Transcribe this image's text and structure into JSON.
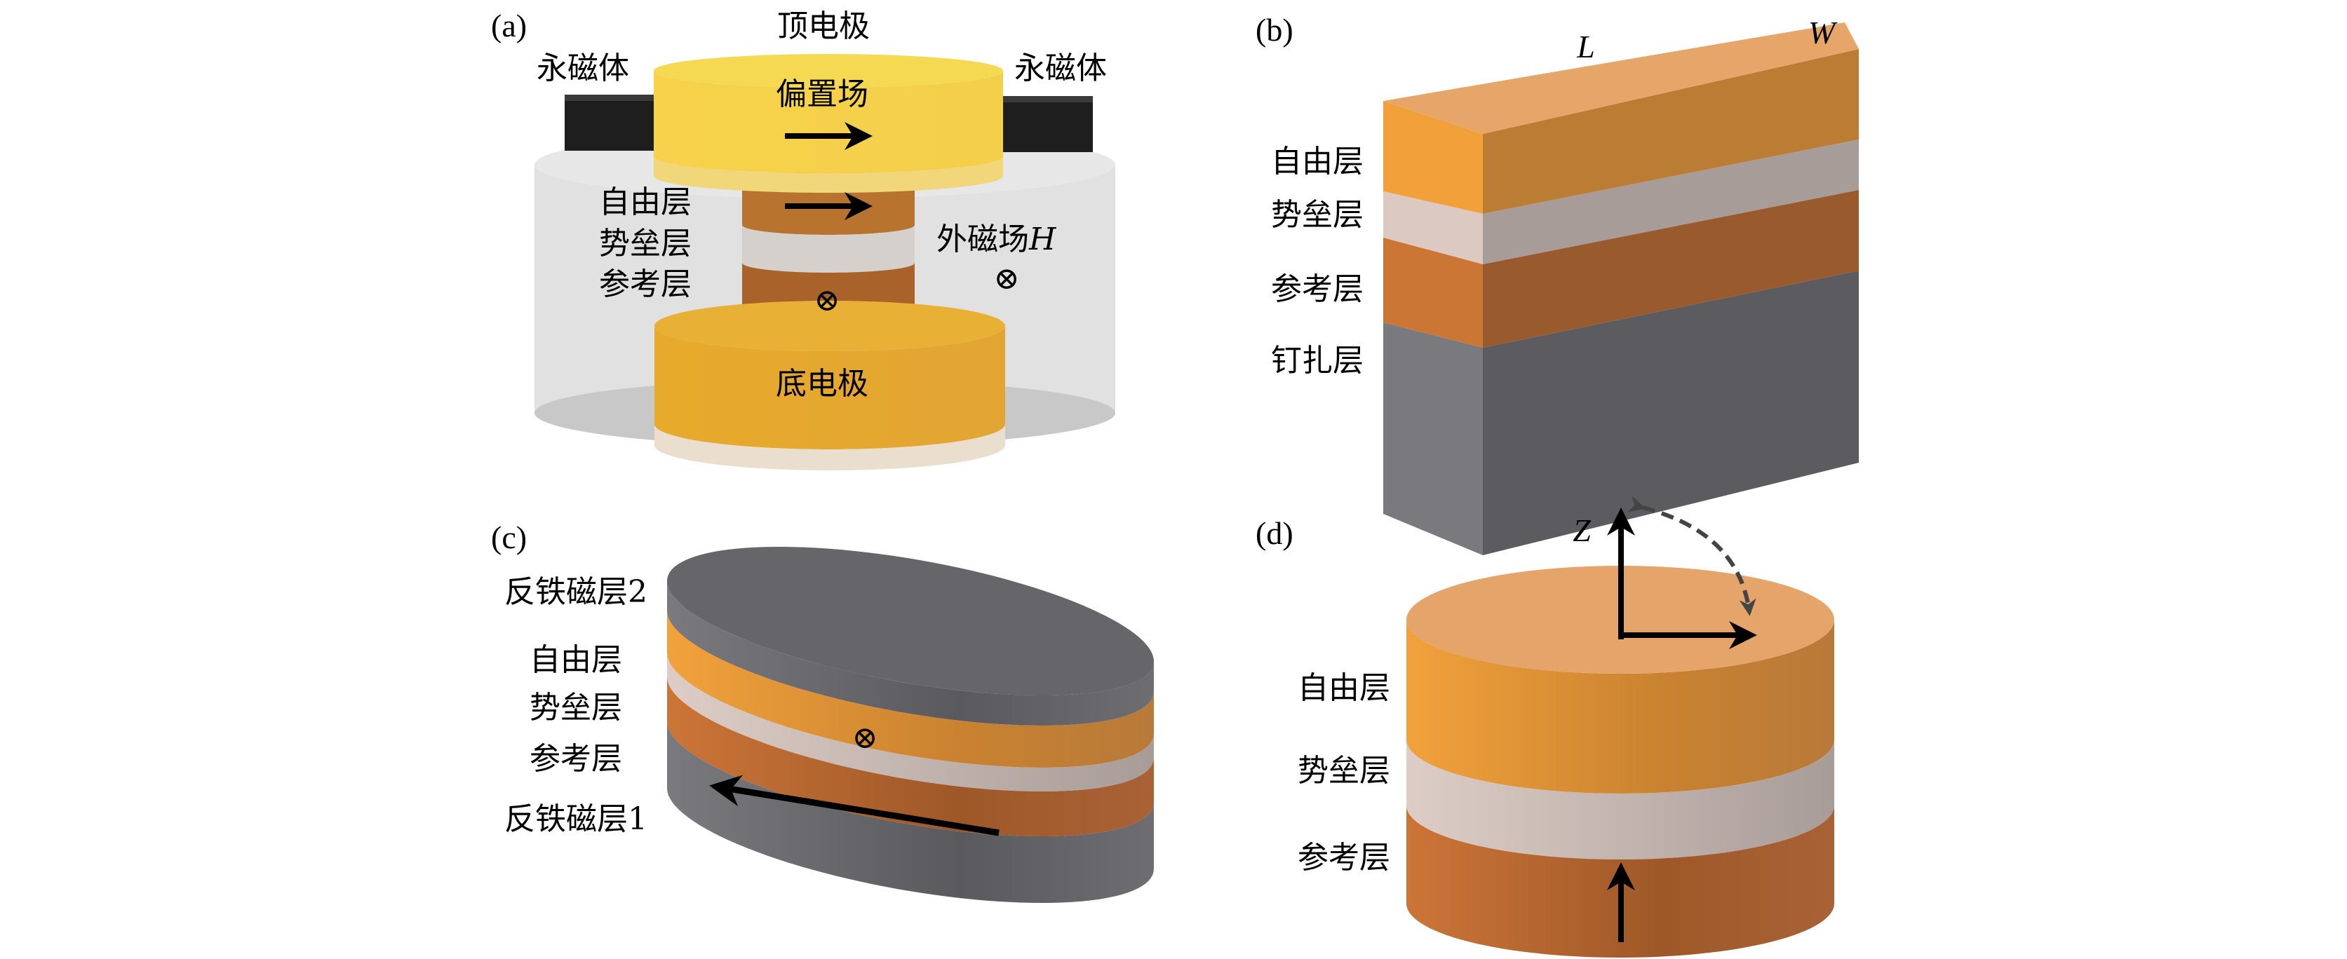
{
  "panel_a": {
    "label": "(a)",
    "top_electrode": "顶电极",
    "magnet_left": "永磁体",
    "magnet_right": "永磁体",
    "bias_field": "偏置场",
    "free_layer": "自由层",
    "barrier_layer": "势垒层",
    "reference_layer": "参考层",
    "external_field": "外磁场",
    "external_field_symbol": "H",
    "into_page_symbol": "⊗",
    "bottom_electrode": "底电极"
  },
  "panel_b": {
    "label": "(b)",
    "length_symbol": "L",
    "width_symbol": "W",
    "free_layer": "自由层",
    "barrier_layer": "势垒层",
    "reference_layer": "参考层",
    "pinned_layer": "钉扎层"
  },
  "panel_c": {
    "label": "(c)",
    "afm_layer_2": "反铁磁层2",
    "free_layer": "自由层",
    "barrier_layer": "势垒层",
    "reference_layer": "参考层",
    "afm_layer_1": "反铁磁层1",
    "into_page_symbol": "⊗"
  },
  "panel_d": {
    "label": "(d)",
    "axis_label": "Z",
    "free_layer": "自由层",
    "barrier_layer": "势垒层",
    "reference_layer": "参考层"
  }
}
